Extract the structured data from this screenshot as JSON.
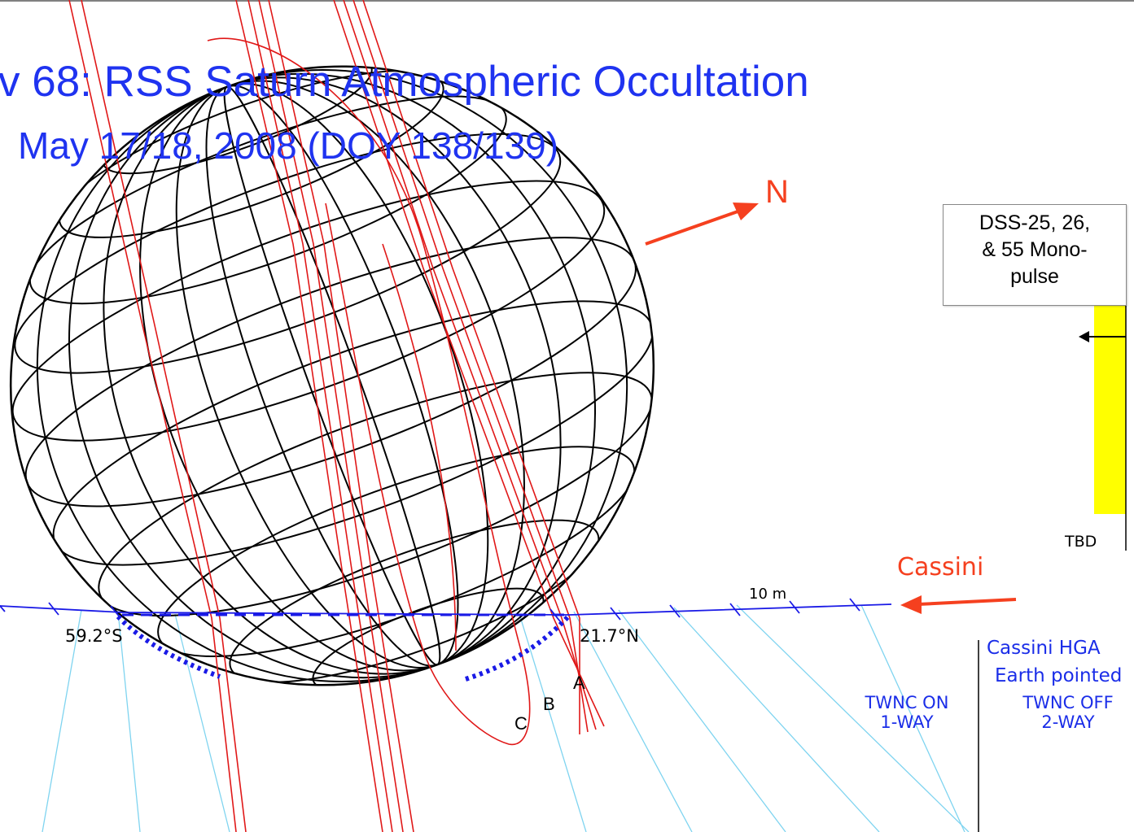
{
  "title": {
    "line1": "v 68: RSS Saturn Atmospheric Occultation",
    "line2": "May 17/18, 2008 (DOY 138/139)"
  },
  "labels": {
    "north": "N",
    "cassini": "Cassini",
    "time_marker": "10 m",
    "lat_south": "59.2°S",
    "lat_north": "21.7°N",
    "path_a": "A",
    "path_b": "B",
    "path_c": "C",
    "tbd": "TBD"
  },
  "stations_box": {
    "line1": "DSS-25, 26,",
    "line2": "& 55  Mono-",
    "line3": "pulse"
  },
  "hga": {
    "line1": "Cassini HGA",
    "line2": "Earth pointed"
  },
  "twnc_on": {
    "line1": "TWNC ON",
    "line2": "1-WAY"
  },
  "twnc_off": {
    "line1": "TWNC OFF",
    "line2": "2-WAY"
  },
  "colors": {
    "title": "#1f33f0",
    "trajectory": "#1a1ae6",
    "occultation_tracks": "#e01818",
    "arrows": "#f5401f",
    "rays": "#7fd4f0",
    "timeline_bar": "#ffff00",
    "globe_lines": "#000000"
  }
}
